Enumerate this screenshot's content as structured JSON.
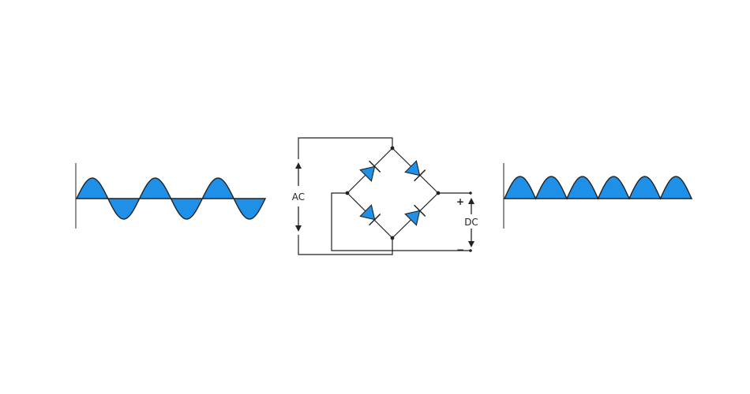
{
  "labels": {
    "ac": "AC",
    "dc": "DC",
    "plus": "+",
    "minus": "−"
  },
  "input_wave": {
    "kind": "sine",
    "cycles": 3
  },
  "output_wave": {
    "kind": "full-wave rectified",
    "humps": 6
  },
  "colors": {
    "fill": "#1e90e8",
    "stroke": "#222222",
    "background": "#ffffff"
  }
}
